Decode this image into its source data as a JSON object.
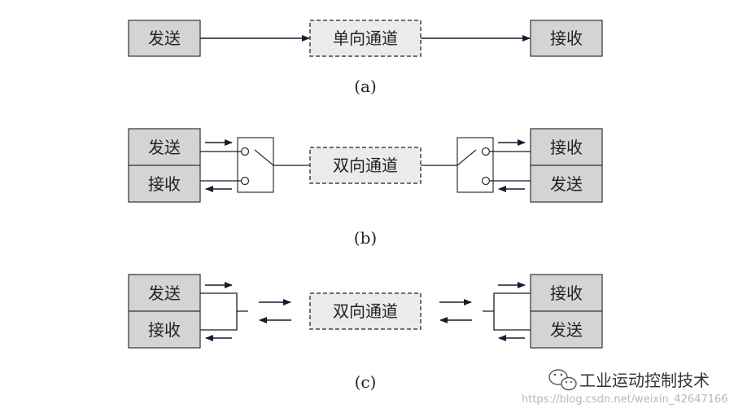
{
  "diagram_a": {
    "send": "发送",
    "channel": "单向通道",
    "receive": "接收",
    "caption": "(a)"
  },
  "diagram_b": {
    "left_top": "发送",
    "left_bottom": "接收",
    "channel": "双向通道",
    "right_top": "接收",
    "right_bottom": "发送",
    "caption": "(b)"
  },
  "diagram_c": {
    "left_top": "发送",
    "left_bottom": "接收",
    "channel": "双向通道",
    "right_top": "接收",
    "right_bottom": "发送",
    "caption": "(c)"
  },
  "watermark": {
    "brand": "工业运动控制技术",
    "url": "https://blog.csdn.net/weixin_42647166",
    "icon": "wechat-icon"
  },
  "colors": {
    "box_fill": "#d4d4d4",
    "channel_fill": "#ebebeb",
    "line": "#1a1a2e",
    "stroke": "#333333"
  }
}
